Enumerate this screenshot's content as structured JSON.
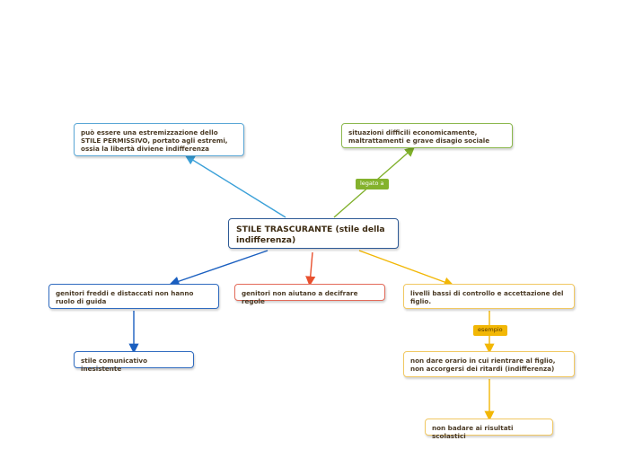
{
  "nodes": {
    "center": "STILE TRASCURANTE (stile della indifferenza)",
    "permissive": "può essere una estremizzazione dello STILE PERMISSIVO, portato agli estremi, ossia la libertà diviene indifferenza",
    "difficult": "situazioni difficili economicamente, maltrattamenti e grave disagio sociale",
    "cold_parents": "genitori freddi e distaccati non hanno ruolo di guida",
    "no_rules": "genitori non aiutano a decifrare regole",
    "low_levels": "livelli bassi di controllo e accettazione del figlio.",
    "no_time": "non dare orario in cui rientrare al figlio, non accorgersi dei ritardi (indifferenza)",
    "inconsistent": "stile comunicativo inesistente",
    "no_results": "non badare ai risultati scolastici"
  },
  "tags": {
    "legato": "legato a",
    "esempio": "esempio"
  },
  "colors": {
    "blue_light": "#3aa0d8",
    "green": "#7fb02a",
    "blue_dark": "#1a5fc0",
    "red": "#e8502e",
    "yellow": "#f2b705"
  }
}
